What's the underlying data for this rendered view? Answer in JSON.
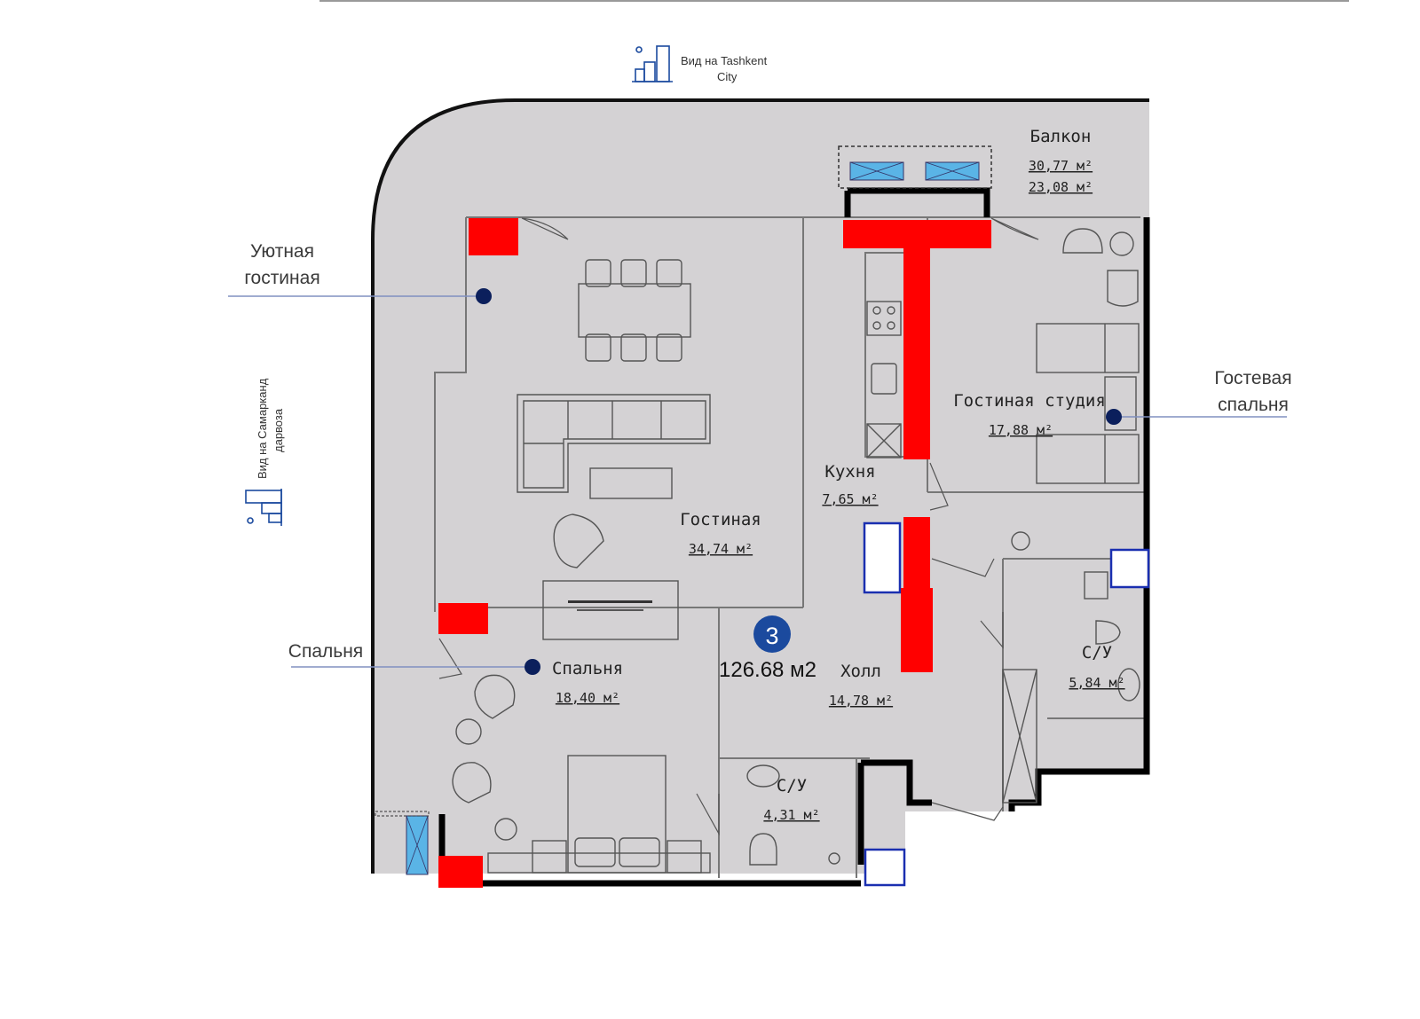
{
  "plan": {
    "apartment_number": "3",
    "total_area": "126.68 м2",
    "colors": {
      "floor": "#d4d2d4",
      "outside": "#ffffff",
      "column": "#ff0000",
      "marker": "#0b1f5c",
      "callout_line": "#8090c0",
      "window": "#5ab4e6",
      "window_frame": "#1a2fb0"
    }
  },
  "views": {
    "top": {
      "line1": "Вид на Tashkent",
      "line2": "City",
      "icon": "city-buildings-icon"
    },
    "left": {
      "line1": "Вид на Самарканд",
      "line2": "дарвоза",
      "icon": "city-buildings-icon"
    }
  },
  "callouts": {
    "cozy_living": {
      "line1": "Уютная",
      "line2": "гостиная"
    },
    "guest_bedroom": {
      "line1": "Гостевая",
      "line2": "спальня"
    },
    "bedroom": {
      "line1": "Спальня"
    }
  },
  "rooms": {
    "balcony": {
      "name": "Балкон",
      "area1": "30,77 м²",
      "area2": "23,08 м²"
    },
    "living": {
      "name": "Гостиная",
      "area": "34,74 м²"
    },
    "studio": {
      "name": "Гостиная студия",
      "area": "17,88 м²"
    },
    "kitchen": {
      "name": "Кухня",
      "area": "7,65 м²"
    },
    "hall": {
      "name": "Холл",
      "area": "14,78 м²"
    },
    "bedroom": {
      "name": "Спальня",
      "area": "18,40 м²"
    },
    "bath1": {
      "name": "С/У",
      "area": "4,31 м²"
    },
    "bath2": {
      "name": "С/У",
      "area": "5,84 м²"
    }
  }
}
